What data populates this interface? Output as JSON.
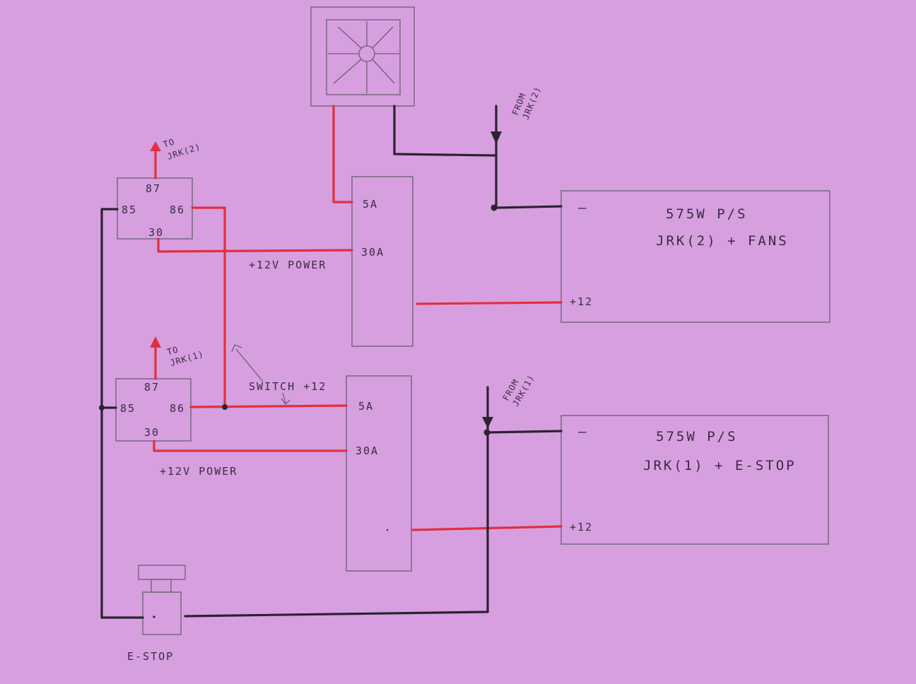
{
  "labels": {
    "fan_to_jrk2": [
      "TO",
      "JRK(2)"
    ],
    "from_jrk2": [
      "FROM",
      "JRK(2)"
    ],
    "to_jrk1": [
      "TO",
      "JRK(1)"
    ],
    "from_jrk1": [
      "FROM",
      "JRK(1)"
    ],
    "switch_12": "SWITCH +12",
    "power_12v_top": "+12V POWER",
    "power_12v_bottom": "+12V POWER",
    "estop": "E-STOP"
  },
  "relay_top": {
    "pin87": "87",
    "pin85": "85",
    "pin86": "86",
    "pin30": "30"
  },
  "relay_bottom": {
    "pin87": "87",
    "pin85": "85",
    "pin86": "86",
    "pin30": "30"
  },
  "fuse_top": {
    "small": "5A",
    "large": "30A"
  },
  "fuse_bottom": {
    "small": "5A",
    "large": "30A"
  },
  "psu_top": {
    "title": "575W P/S",
    "subtitle": "JRK(2) + FANS",
    "neg": "–",
    "pos": "+12"
  },
  "psu_bottom": {
    "title": "575W P/S",
    "subtitle": "JRK(1) + E-STOP",
    "neg": "–",
    "pos": "+12"
  },
  "colors": {
    "paper": "#d79fe0",
    "pencil": "#7f6a86",
    "red_wire": "#e0303e",
    "black_wire": "#2c2330"
  }
}
